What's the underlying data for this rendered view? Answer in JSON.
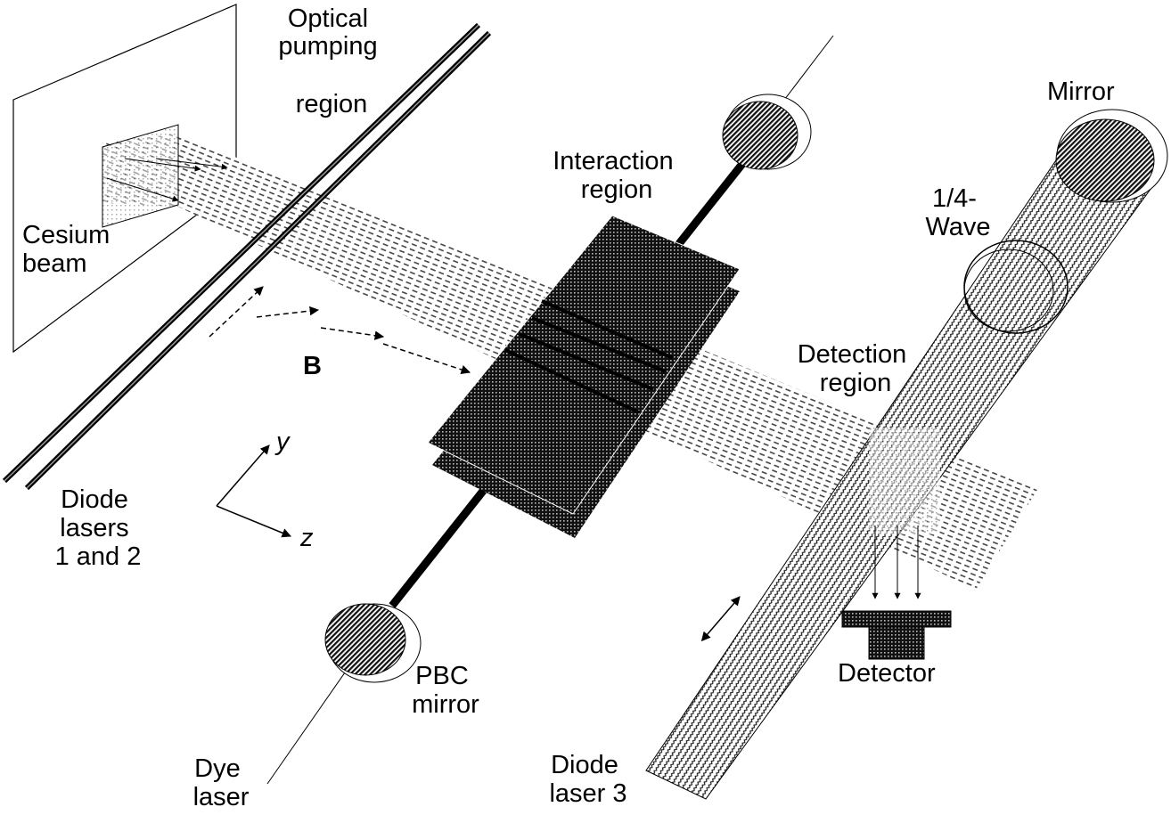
{
  "labels": {
    "optical_pumping": [
      "Optical",
      "pumping",
      "region"
    ],
    "cesium_beam": [
      "Cesium",
      "beam"
    ],
    "interaction": [
      "Interaction",
      "region"
    ],
    "mirror": "Mirror",
    "quarter_wave": [
      "1/4-",
      "Wave"
    ],
    "detection": [
      "Detection",
      "region"
    ],
    "b_field": "B",
    "axis_y": "y",
    "axis_z": "z",
    "diode_lasers_12": [
      "Diode",
      "lasers",
      "1 and 2"
    ],
    "detector": "Detector",
    "pbc_mirror": [
      "PBC",
      "mirror"
    ],
    "dye_laser": [
      "Dye",
      "laser"
    ],
    "diode_laser_3": [
      "Diode",
      "laser 3"
    ]
  },
  "colors": {
    "ink": "#000000",
    "background": "#ffffff",
    "plate": "#2a2a2a"
  }
}
